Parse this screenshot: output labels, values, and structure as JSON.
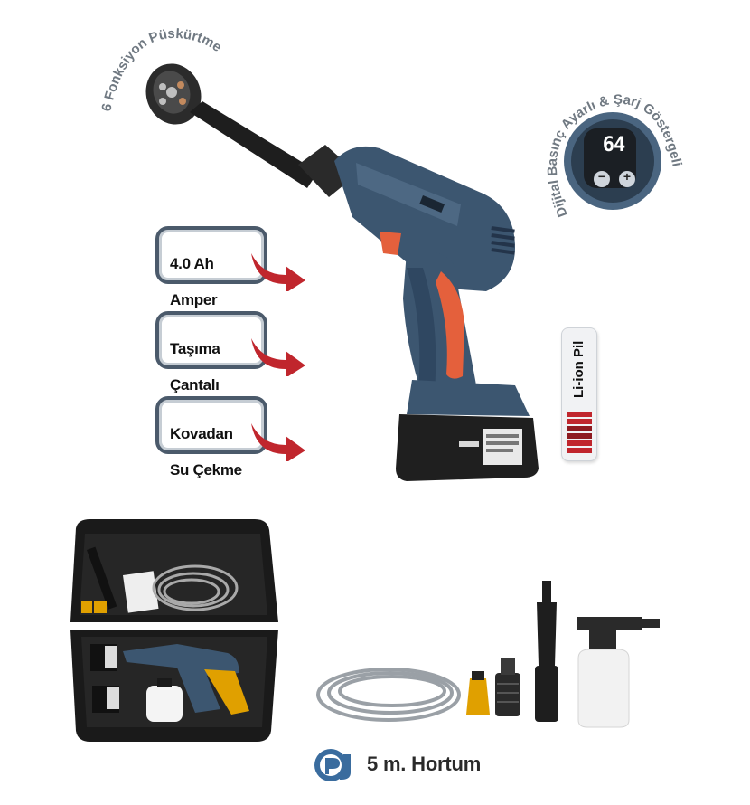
{
  "callouts": {
    "spray": "6 Fonksiyon Püskürtme",
    "display": "Dijital Basınç Ayarlı & Şarj Göstergeli"
  },
  "display": {
    "reading": "64",
    "minus": "−",
    "plus": "+"
  },
  "features": [
    {
      "line1": "4.0 Ah",
      "line2": "Amper"
    },
    {
      "line1": "Taşıma",
      "line2": "Çantalı"
    },
    {
      "line1": "Kovadan",
      "line2": "Su Çekme"
    }
  ],
  "battery_badge": {
    "label": "Li-ion Pil"
  },
  "hose": {
    "caption": "5 m. Hortum"
  },
  "colors": {
    "tool_body": "#3c5670",
    "accent_red": "#c0262d",
    "grip_orange": "#e4603c",
    "label_border": "#4b5a6b"
  }
}
